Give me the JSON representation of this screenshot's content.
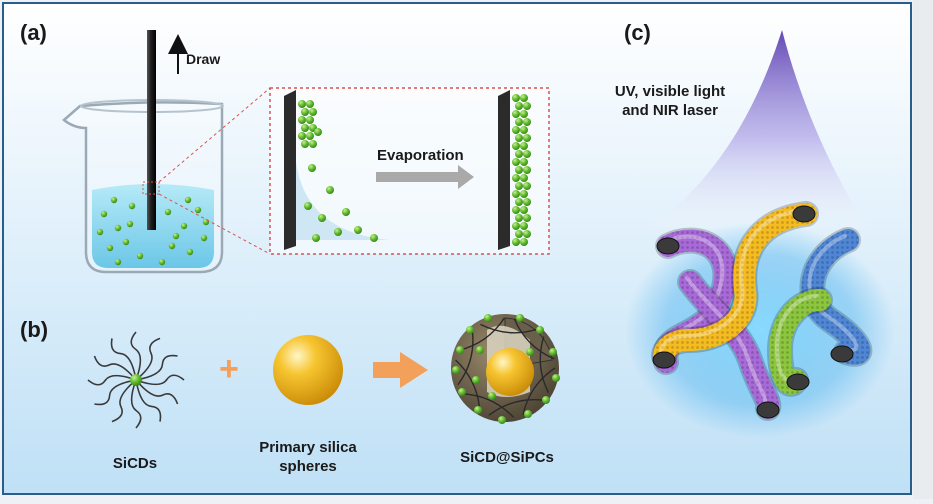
{
  "panels": {
    "a": {
      "label": "(a)",
      "draw_label": "Draw",
      "evaporation_label": "Evaporation"
    },
    "b": {
      "label": "(b)",
      "plus_sign": "+",
      "sicds_caption": "SiCDs",
      "silica_caption_line1": "Primary silica",
      "silica_caption_line2": "spheres",
      "composite_caption": "SiCD@SiPCs"
    },
    "c": {
      "label": "(c)",
      "light_caption_line1": "UV, visible light",
      "light_caption_line2": "and NIR laser"
    }
  },
  "colors": {
    "background_top": "#ffffff",
    "background_bottom": "#bfe0f6",
    "frame": "#2a5e8a",
    "liquid": "#5fc7e6",
    "green_particle": "#5fb92f",
    "silica_sphere": "#f2b31b",
    "arrow_orange": "#f2a05a",
    "dashed_box": "#d9534f",
    "fiber_purple": "#a86ad8",
    "fiber_yellow": "#f5bc22",
    "fiber_green": "#8cc63e",
    "fiber_blue": "#4f86d6",
    "laser_cone": "#6a4fc0"
  }
}
